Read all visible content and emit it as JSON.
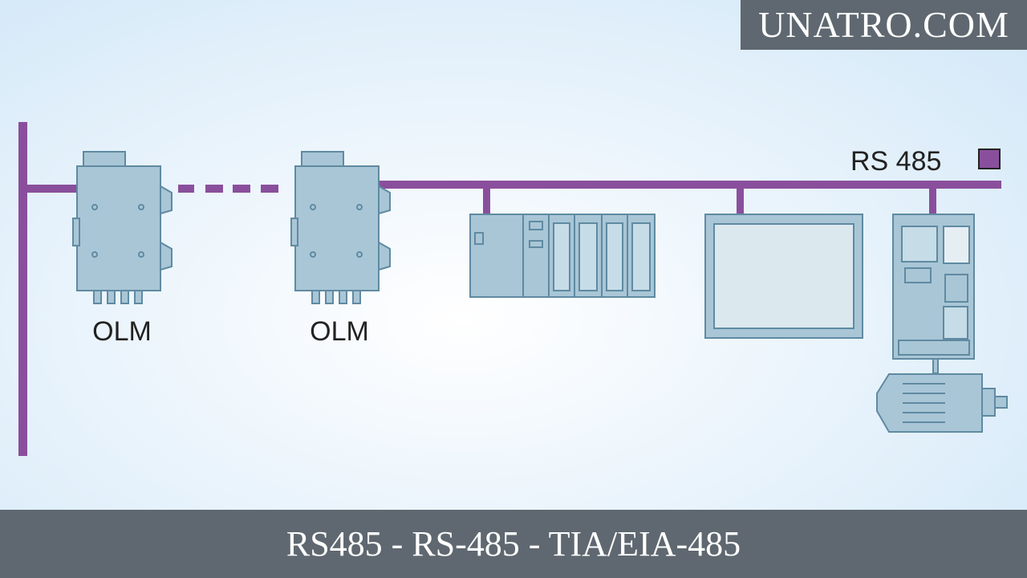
{
  "brand": {
    "text": "UNATRO.COM"
  },
  "bus": {
    "label": "RS 485"
  },
  "nodes": {
    "olm_left": {
      "label": "OLM"
    },
    "olm_right": {
      "label": "OLM"
    }
  },
  "footer": {
    "title": "RS485 - RS-485 - TIA/EIA-485"
  },
  "colors": {
    "bus": "#8a4f9c",
    "device_fill": "#a9c6d6",
    "device_stroke": "#5f8aa2",
    "background_center": "#ffffff",
    "background_edge": "#d6eafa",
    "banner": "#5f6870"
  }
}
